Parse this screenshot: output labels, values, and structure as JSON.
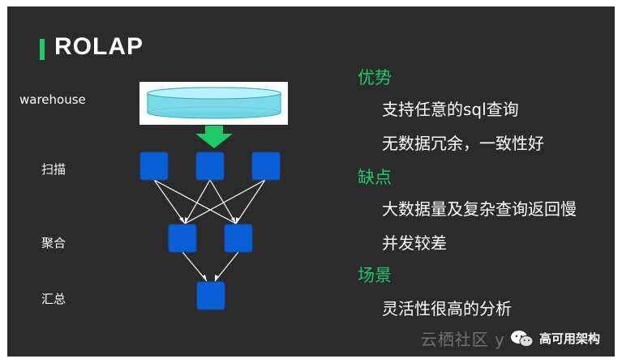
{
  "title": "ROLAP",
  "diagram": {
    "warehouse_label": "warehouse",
    "stage_scan": "扫描",
    "stage_aggregate": "聚合",
    "stage_summary": "汇总"
  },
  "advantages": {
    "heading": "优势",
    "items": [
      "支持任意的sql查询",
      "无数据冗余，一致性好"
    ]
  },
  "disadvantages": {
    "heading": "缺点",
    "items": [
      "大数据量及复杂查询返回慢",
      "并发较差"
    ]
  },
  "scenarios": {
    "heading": "场景",
    "items": [
      "灵活性很高的分析"
    ]
  },
  "watermark": {
    "site": "云栖社区 y",
    "brand": "高可用架构"
  },
  "colors": {
    "background": "#2b2b2b",
    "accent_green": "#1ec96a",
    "node_blue": "#0a5fd6",
    "cylinder_cyan": "#8ee7f2"
  }
}
